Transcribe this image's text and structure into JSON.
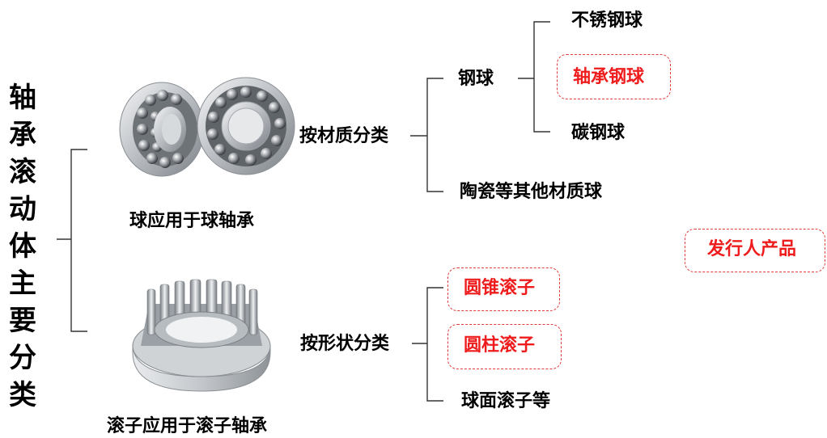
{
  "root": {
    "title_chars": [
      "轴",
      "承",
      "滚",
      "动",
      "体",
      "主",
      "要",
      "分",
      "类"
    ]
  },
  "ball_section": {
    "caption": "球应用于球轴承",
    "by_material": {
      "label": "按材质分类",
      "steel": {
        "label": "钢球",
        "children": [
          "不锈钢球",
          "轴承钢球",
          "碳钢球"
        ]
      },
      "other": "陶瓷等其他材质球"
    }
  },
  "roller_section": {
    "caption": "滚子应用于滚子轴承",
    "by_shape": {
      "label": "按形状分类",
      "children": [
        "圆锥滚子",
        "圆柱滚子",
        "球面滚子等"
      ]
    }
  },
  "legend": {
    "issuer_products": "发行人产品"
  },
  "colors": {
    "highlight": "#ee1c1c",
    "line": "#333333"
  }
}
